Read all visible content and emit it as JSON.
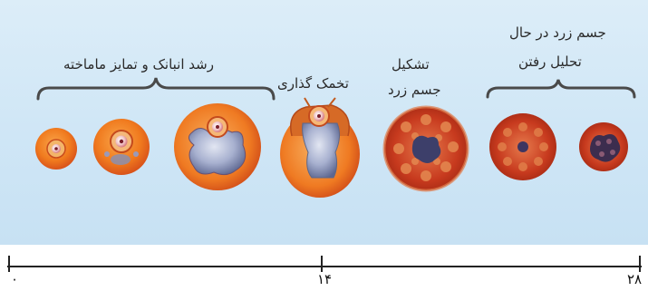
{
  "labels": {
    "follicle_growth": "رشد انبانک و تمایز ماماخته",
    "ovulation": "تخمک گذاری",
    "corpus_formation_1": "تشکیل",
    "corpus_formation_2": "جسم زرد",
    "corpus_degeneration_1": "جسم زرد در حال",
    "corpus_degeneration_2": "تحلیل رفتن"
  },
  "timeline": {
    "ticks": [
      "۰",
      "۱۴",
      "۲۸"
    ]
  },
  "colors": {
    "background": "#cfe6f6",
    "follicle_outer": "#f07a1e",
    "follicle_rim": "#e44f1a",
    "cavity": "#9aa3c6",
    "corpus": "#c4341c"
  }
}
